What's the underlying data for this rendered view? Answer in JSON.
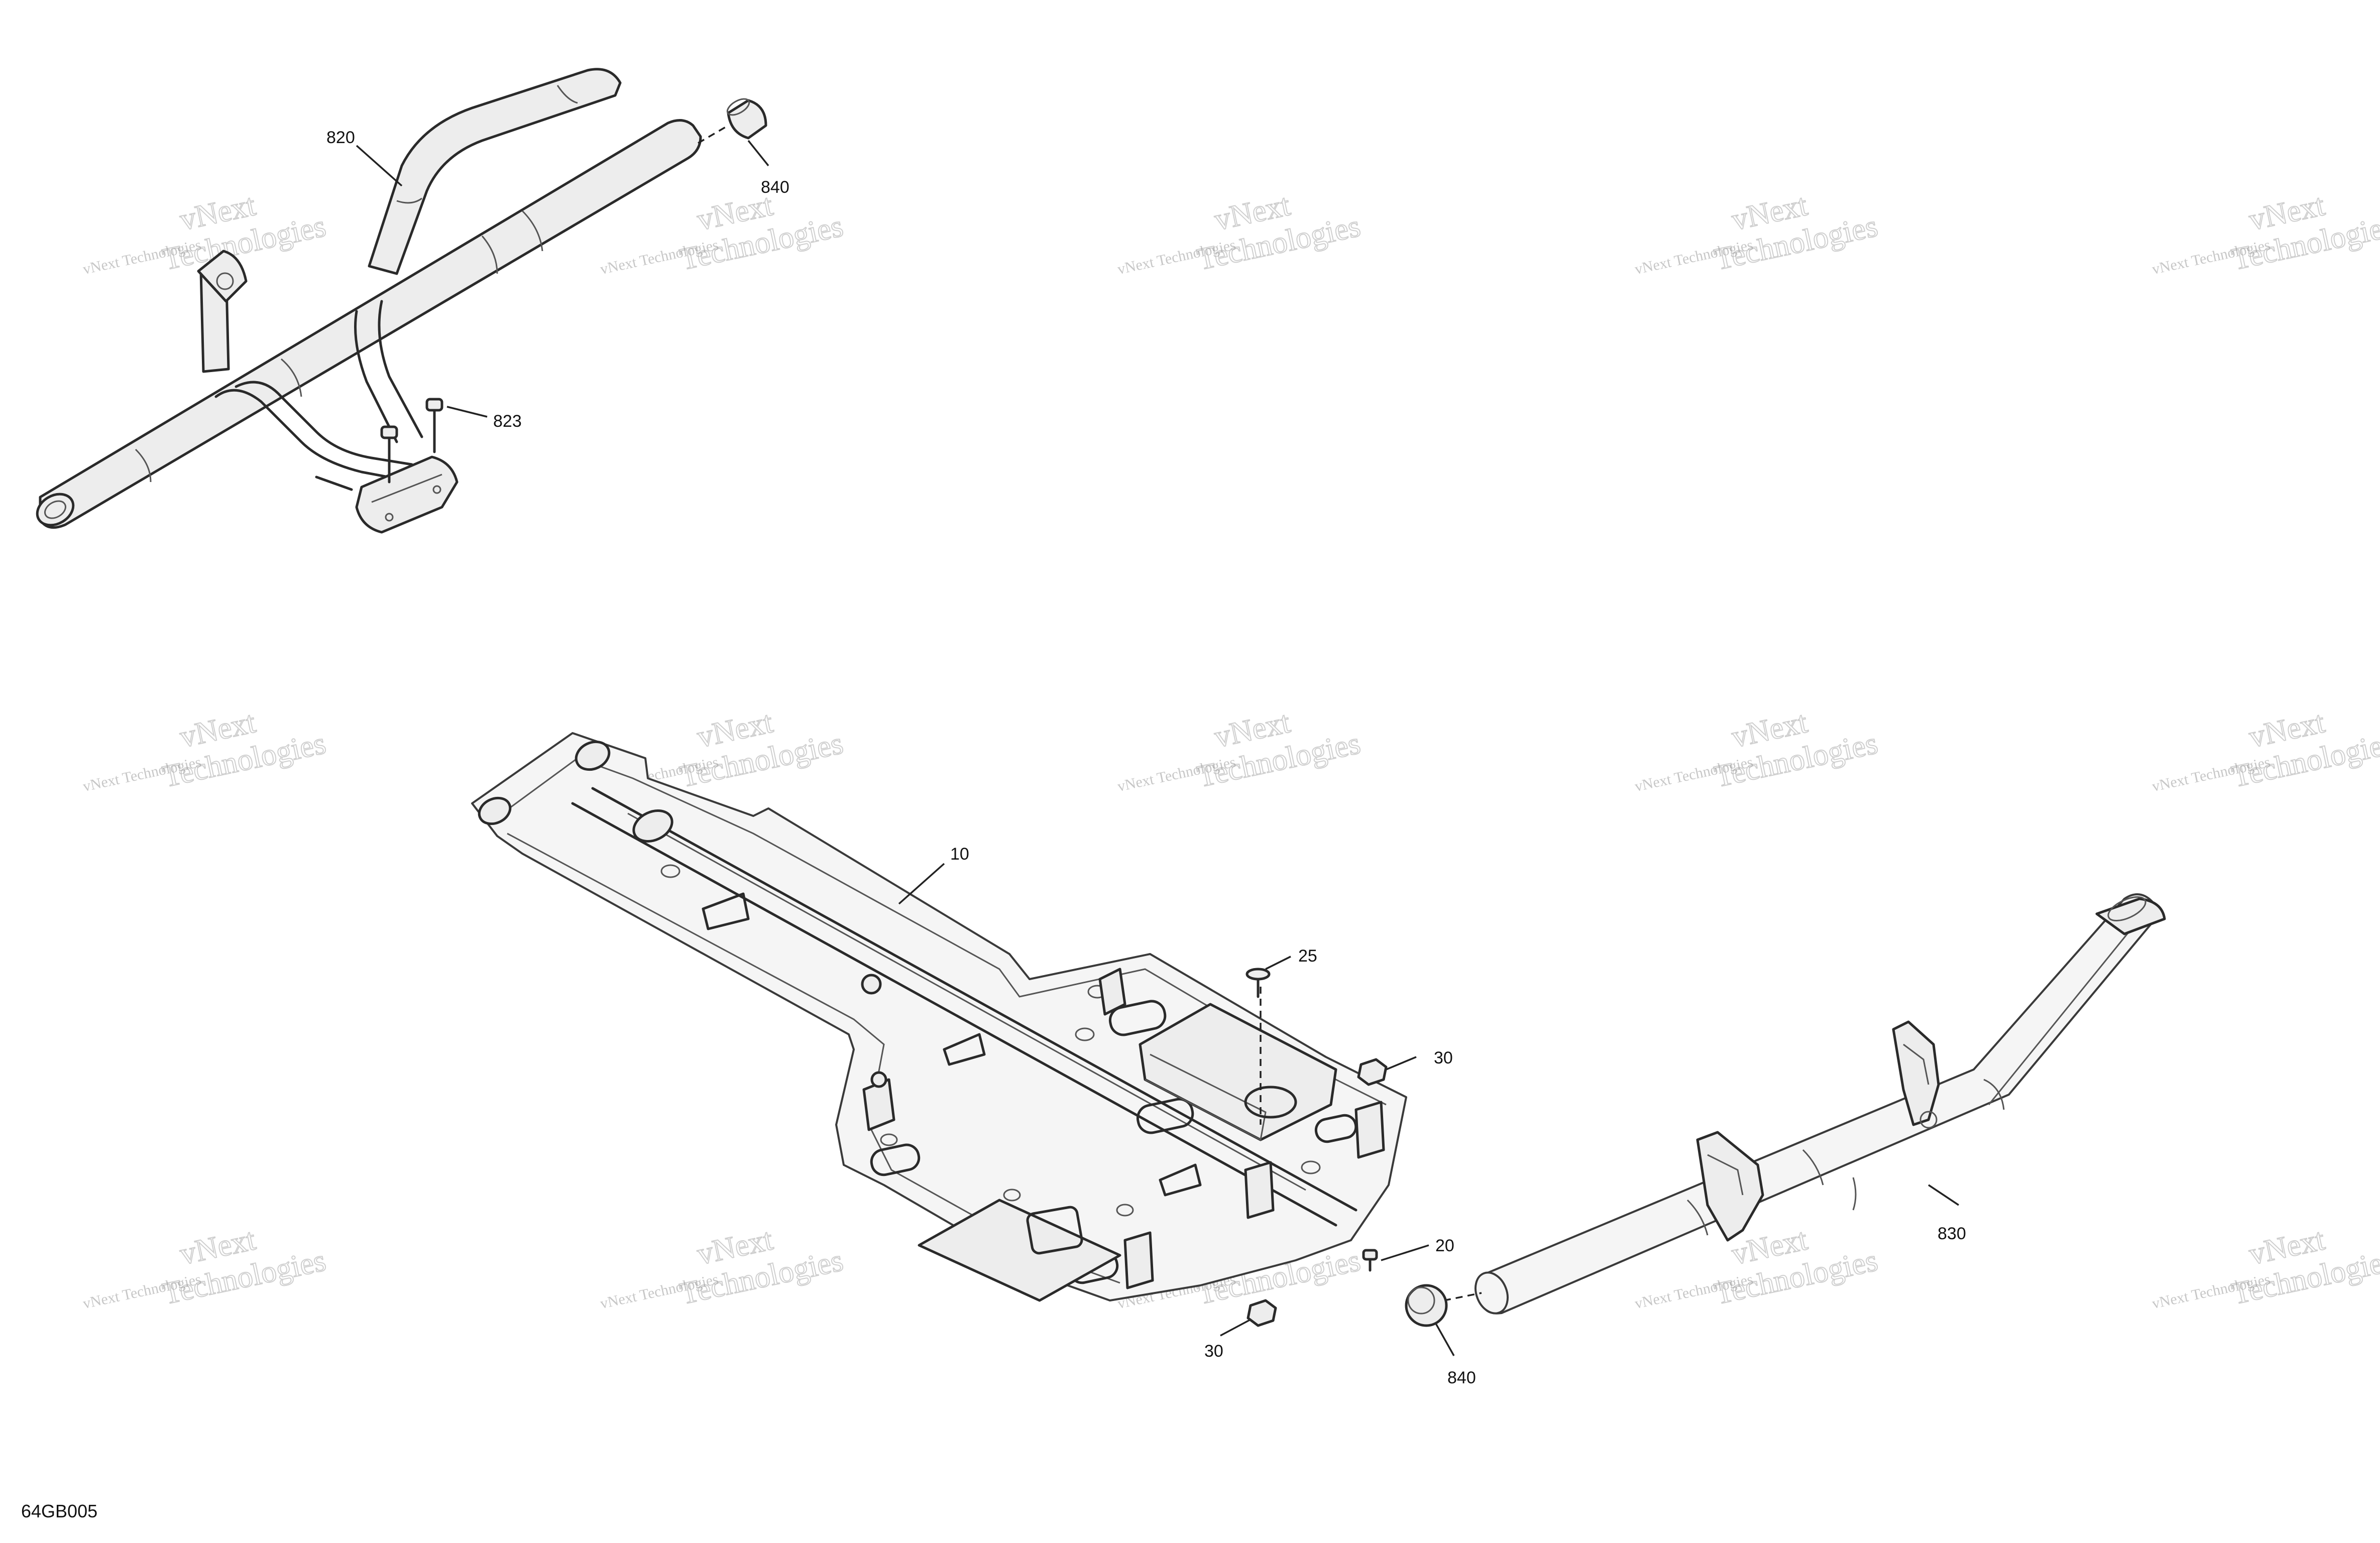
{
  "callouts": {
    "c820": "820",
    "c840_top": "840",
    "c823": "823",
    "c10": "10",
    "c25": "25",
    "c30_right": "30",
    "c20": "20",
    "c30_bottom": "30",
    "c840_bottom": "840",
    "c830": "830"
  },
  "drawing_code": "64GB005",
  "watermark": {
    "line1": "vNext Technologies",
    "line2": "vNext",
    "line3": "Technologies"
  }
}
